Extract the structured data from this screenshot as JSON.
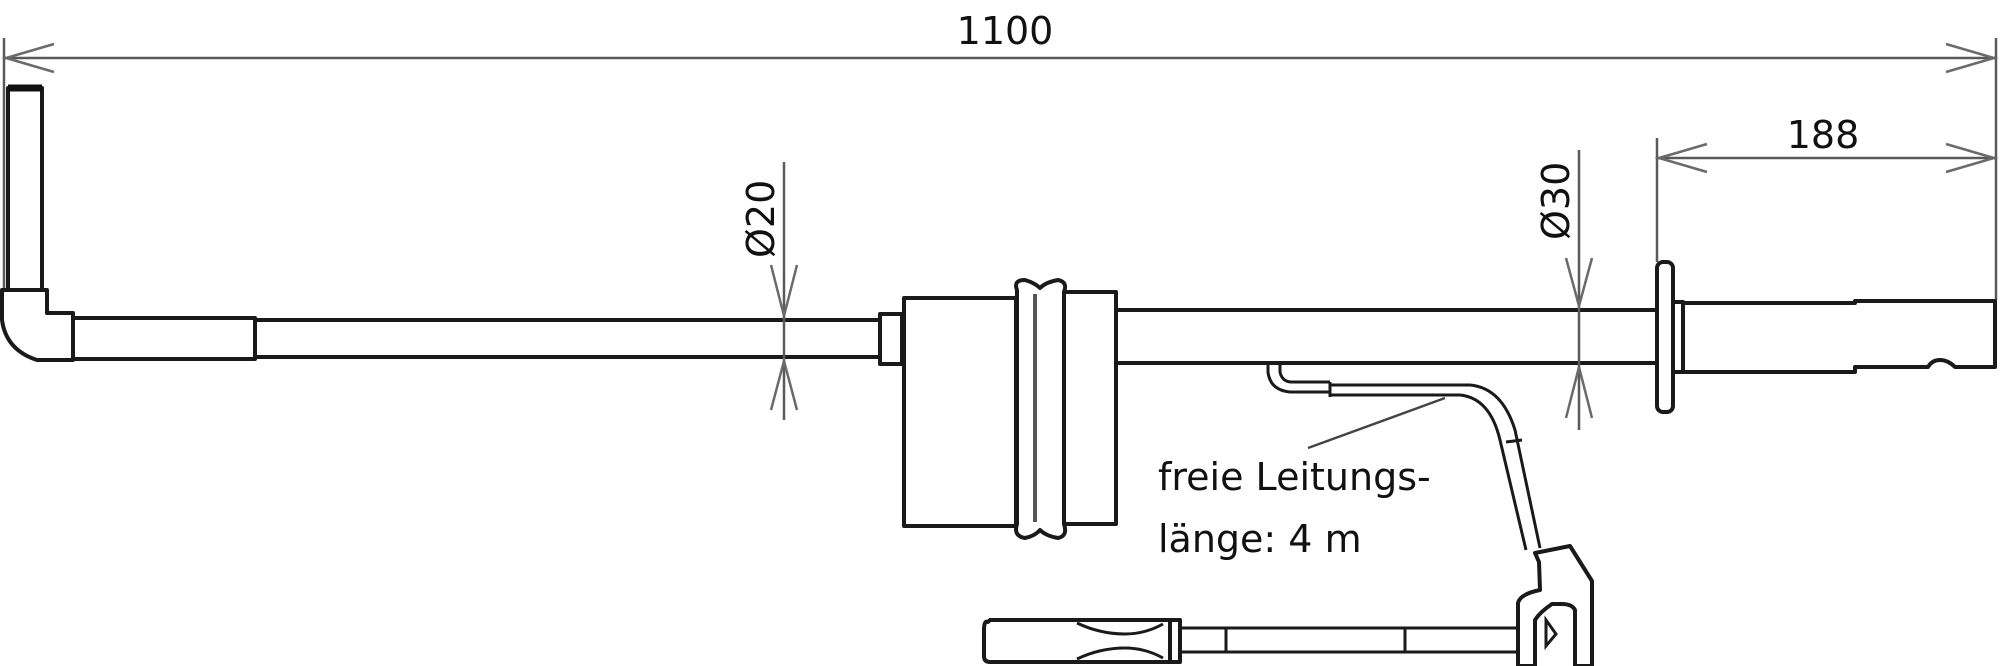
{
  "drawing": {
    "type": "technical-dimension-drawing",
    "colors": {
      "background": "#ffffff",
      "object_line": "#1a1a1a",
      "dimension_line": "#5a5a5a"
    },
    "dimensions": {
      "overall_length": {
        "label": "1100",
        "unit": "mm"
      },
      "handle_length": {
        "label": "188",
        "unit": "mm"
      },
      "rod_diameter_small": {
        "label": "Ø20"
      },
      "rod_diameter_large": {
        "label": "Ø30"
      }
    },
    "annotations": {
      "cable_note_line1": "freie Leitungs-",
      "cable_note_line2": "länge: 4 m"
    },
    "components": [
      "bent-electrode-tip",
      "insulated-rod-section",
      "cylindrical-housing",
      "insulating-rod",
      "hand-guard-disc",
      "grip-handle",
      "earthing-cable",
      "cable-clamp",
      "clamp-screw-tommy-bar"
    ]
  }
}
